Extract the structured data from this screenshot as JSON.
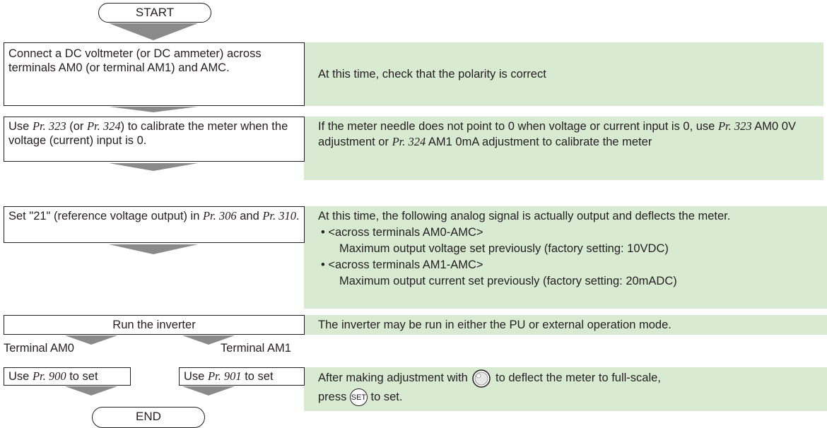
{
  "start_label": "START",
  "end_label": "END",
  "steps": {
    "connect": "Connect a DC voltmeter (or DC ammeter) across terminals AM0 (or terminal AM1) and AMC.",
    "calibrate_zero": {
      "t1": "Use ",
      "pr1": "Pr. 323",
      "t2": " (or ",
      "pr2": "Pr. 324",
      "t3": ") to calibrate the meter when the voltage (current) input is 0."
    },
    "set21": {
      "t1": "Set \"21\" (reference voltage output) in ",
      "pr1": "Pr. 306",
      "t2": " and ",
      "pr2": "Pr. 310",
      "t3": "."
    },
    "run": "Run the inverter",
    "terminal_am0": "Terminal AM0",
    "terminal_am1": "Terminal AM1",
    "use900": {
      "t1": "Use ",
      "pr": "Pr. 900",
      "t2": " to set"
    },
    "use901": {
      "t1": "Use ",
      "pr": "Pr. 901",
      "t2": " to set"
    }
  },
  "notes": {
    "polarity": "At this time, check that the polarity is correct",
    "zero": {
      "t1": "If the meter needle does not point to 0 when voltage or current input is 0, use ",
      "pr1": "Pr. 323",
      "t2": " AM0 0V adjustment or ",
      "pr2": "Pr. 324",
      "t3": " AM1 0mA adjustment to calibrate the meter"
    },
    "analog": {
      "line1": "At this time, the following analog signal is actually output and deflects the meter.",
      "b1": "• <across terminals AM0-AMC>",
      "b1_detail": "Maximum output voltage set previously (factory setting: 10VDC)",
      "b2": "• <across terminals AM1-AMC>",
      "b2_detail": "Maximum output current set previously (factory setting: 20mADC)"
    },
    "mode": "The inverter may be run in either the PU or external operation mode.",
    "adjust": {
      "t1": "After making adjustment with ",
      "t2": " to deflect the meter to full-scale,",
      "t3": "press ",
      "set_key": "SET",
      "t4": " to set."
    }
  },
  "colors": {
    "note_bg": "#d9ead3",
    "arrow": "#8a8a8a",
    "border": "#231f20"
  },
  "icons": [
    "setting-dial-icon",
    "set-key-icon"
  ]
}
